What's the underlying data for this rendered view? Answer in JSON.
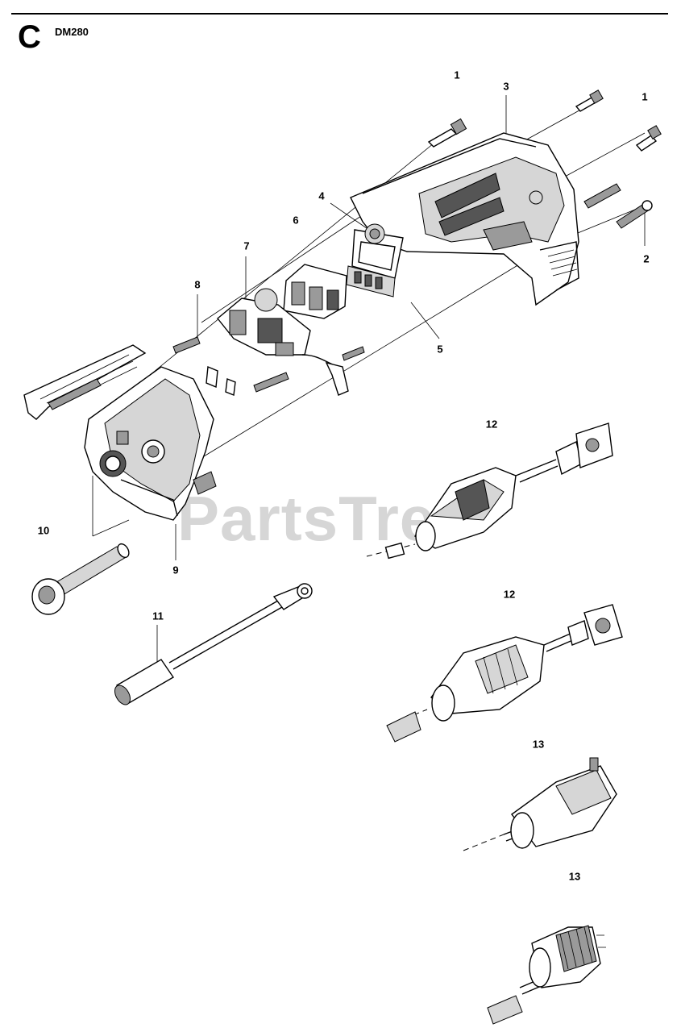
{
  "header": {
    "section": "C",
    "model": "DM280"
  },
  "watermark": "PartsTree",
  "callouts": [
    {
      "id": "c-1a",
      "text": "1"
    },
    {
      "id": "c-1b",
      "text": "1"
    },
    {
      "id": "c-2",
      "text": "2"
    },
    {
      "id": "c-3",
      "text": "3"
    },
    {
      "id": "c-4",
      "text": "4"
    },
    {
      "id": "c-5",
      "text": "5"
    },
    {
      "id": "c-6",
      "text": "6"
    },
    {
      "id": "c-7",
      "text": "7"
    },
    {
      "id": "c-8",
      "text": "8"
    },
    {
      "id": "c-9",
      "text": "9"
    },
    {
      "id": "c-10",
      "text": "10"
    },
    {
      "id": "c-11",
      "text": "11"
    },
    {
      "id": "c-12a",
      "text": "12"
    },
    {
      "id": "c-12b",
      "text": "12"
    },
    {
      "id": "c-13a",
      "text": "13"
    },
    {
      "id": "c-13b",
      "text": "13"
    }
  ]
}
